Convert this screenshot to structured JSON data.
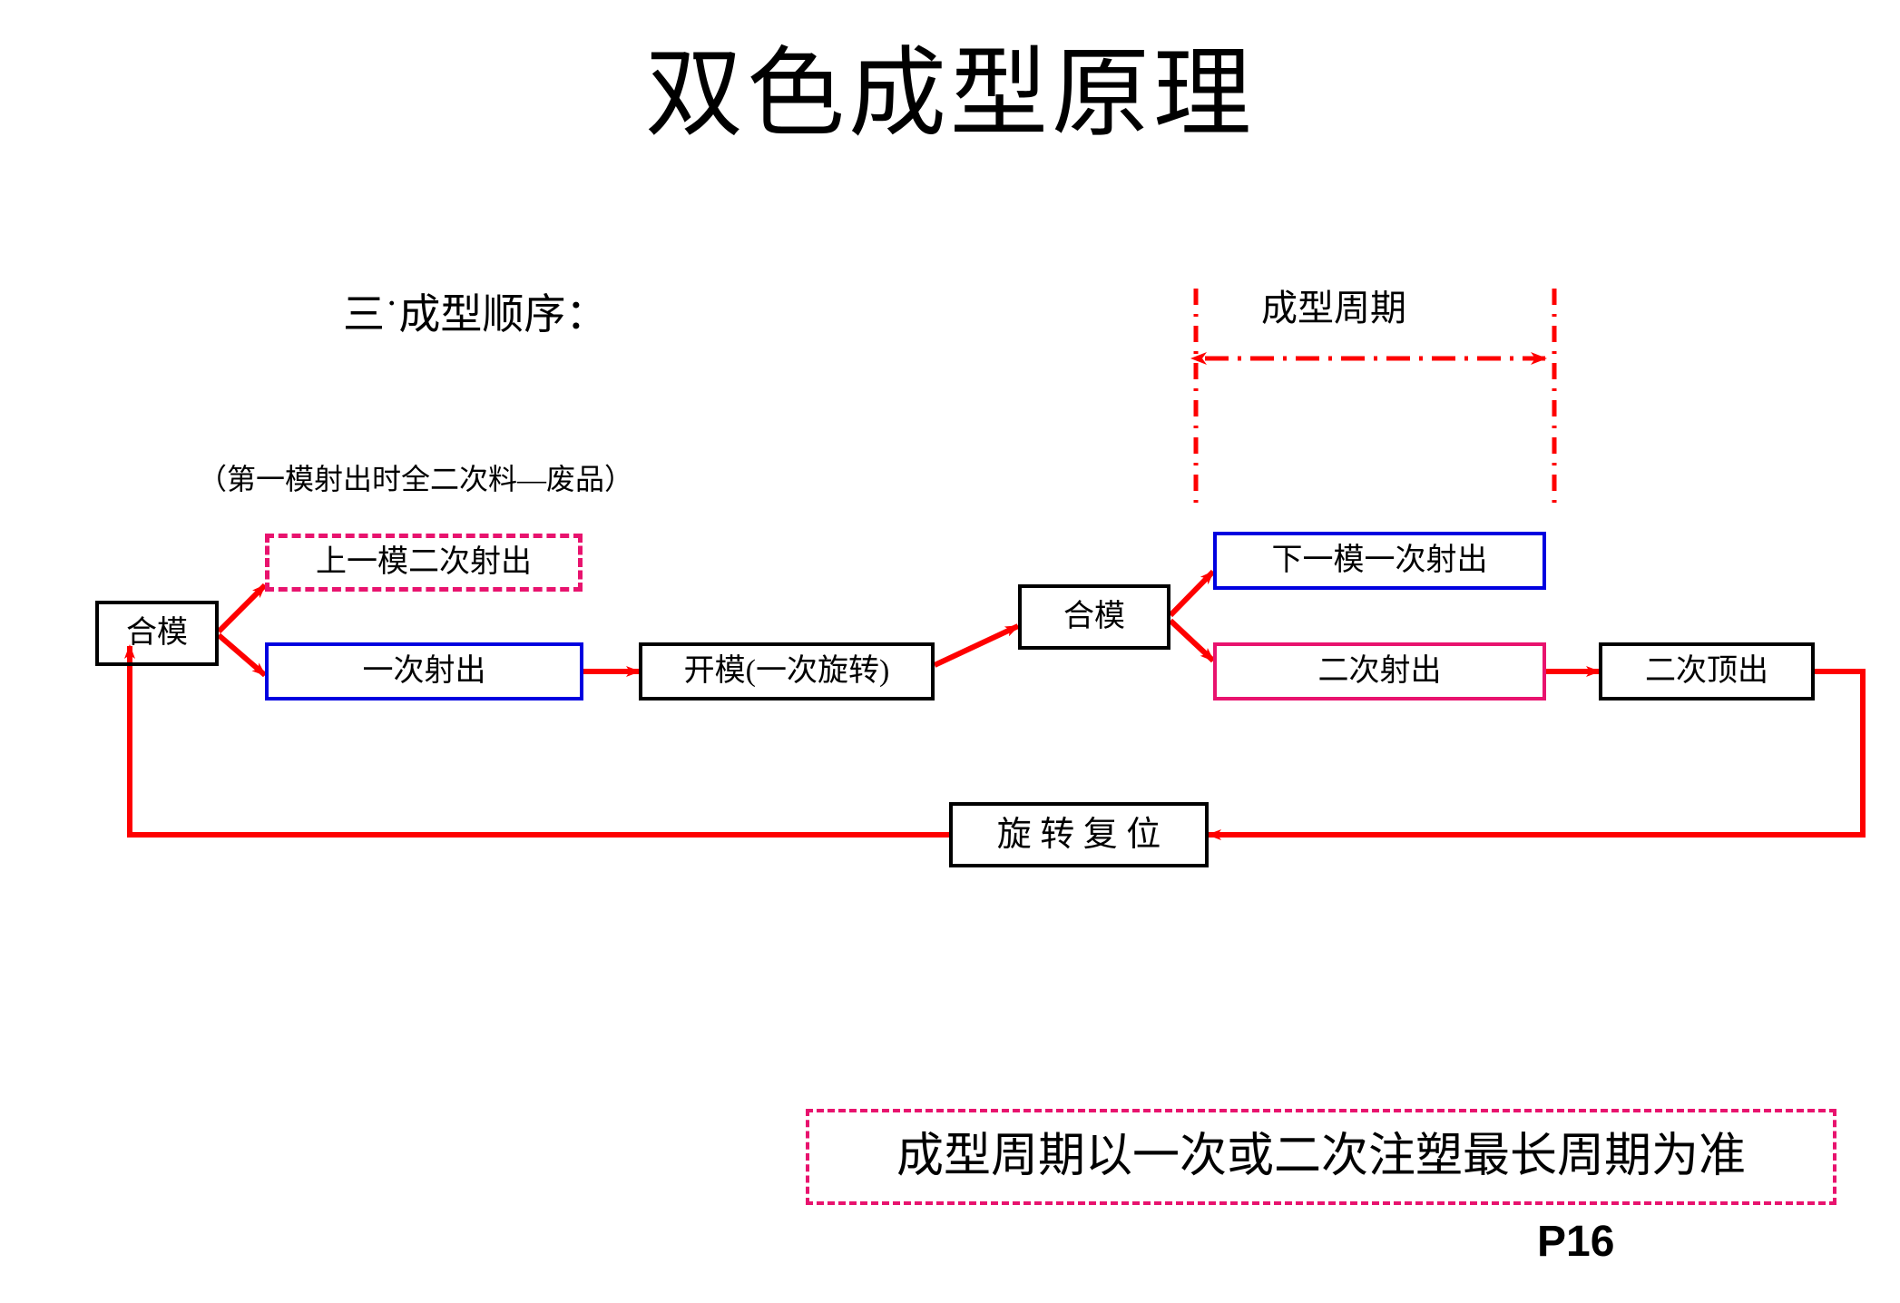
{
  "slide": {
    "title": "双色成型原理",
    "page_number": "P16",
    "section_heading": "三˙成型顺序：",
    "note": "（第一模射出时全二次料—废品）",
    "cycle_label": "成型周期",
    "footer_callout": "成型周期以一次或二次注塑最长周期为准"
  },
  "colors": {
    "black": "#000000",
    "blue": "#0000e0",
    "pink": "#e8136e",
    "red": "#fe0000",
    "background": "#ffffff"
  },
  "flow": {
    "nodes": [
      {
        "id": "mold-close-1",
        "label": "合模",
        "border": "black"
      },
      {
        "id": "prev-second-shot",
        "label": "上一模二次射出",
        "border": "pinkdash"
      },
      {
        "id": "first-shot",
        "label": "一次射出",
        "border": "blue"
      },
      {
        "id": "open-mold-rotate",
        "label": "开模(一次旋转)",
        "border": "black"
      },
      {
        "id": "mold-close-2",
        "label": "合模",
        "border": "black"
      },
      {
        "id": "next-first-shot",
        "label": "下一模一次射出",
        "border": "blue"
      },
      {
        "id": "second-shot",
        "label": "二次射出",
        "border": "pink"
      },
      {
        "id": "second-eject",
        "label": "二次顶出",
        "border": "black"
      },
      {
        "id": "rotate-reset",
        "label": "旋 转 复 位",
        "border": "black"
      }
    ]
  }
}
